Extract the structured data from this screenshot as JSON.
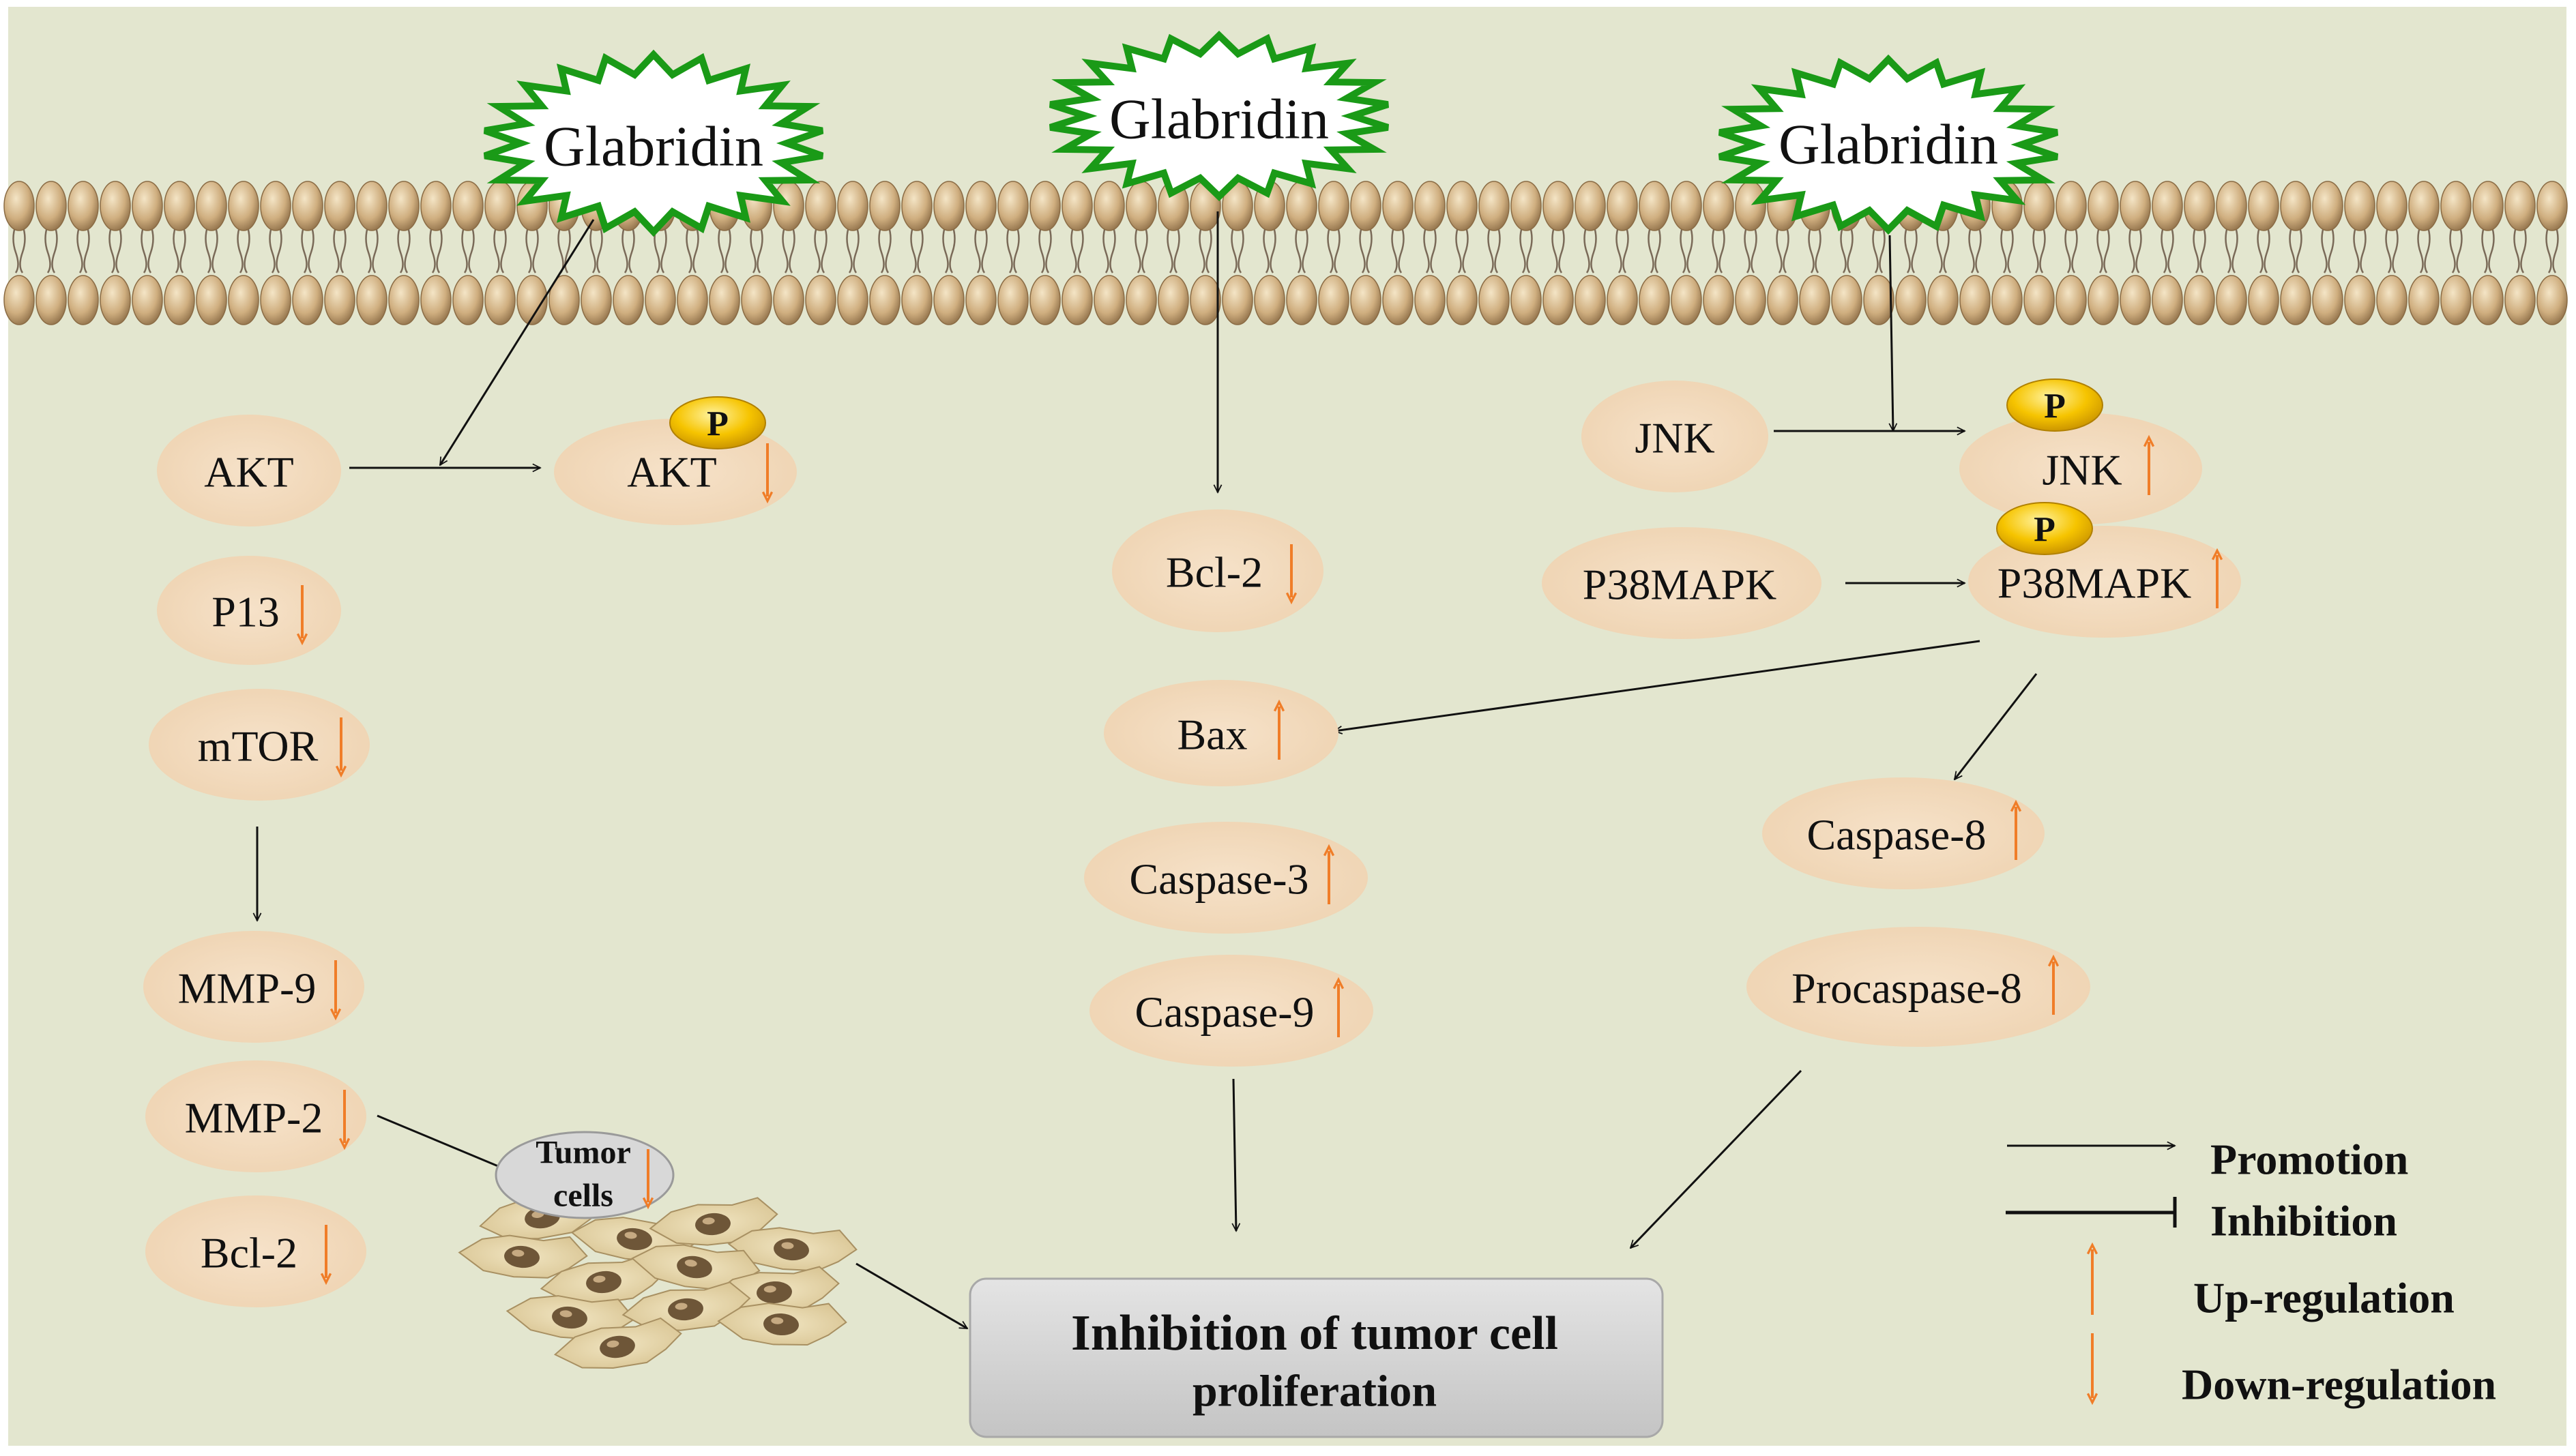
{
  "colors": {
    "background": "#e3e6cf",
    "node_fill": "#f3dcc0",
    "membrane_head": "#c9a677",
    "starburst": "#1a9a17",
    "arrow": "#111111",
    "regulation_arrow": "#f07d28",
    "phospho_badge": "#f6c400",
    "result_box": "#d5d5d5"
  },
  "glabridin_labels": [
    "Glabridin",
    "Glabridin",
    "Glabridin"
  ],
  "phospho_label": "P",
  "pathway_left": {
    "akt": "AKT",
    "p_akt": "AKT",
    "pi3": "P13",
    "mtor": "mTOR",
    "mmp9": "MMP-9",
    "mmp2": "MMP-2",
    "bcl2": "Bcl-2",
    "tumor_cells": [
      "Tumor",
      "cells"
    ]
  },
  "pathway_center": {
    "bcl2": "Bcl-2",
    "bax": "Bax",
    "caspase3": "Caspase-3",
    "caspase9": "Caspase-9"
  },
  "pathway_right": {
    "jnk": "JNK",
    "p_jnk": "JNK",
    "p38": "P38MAPK",
    "p_p38": "P38MAPK",
    "caspase8": "Caspase-8",
    "procaspase8": "Procaspase-8"
  },
  "result": {
    "line1_bold": "Inhibition",
    "line1_rest": " of tumor cell",
    "line2": "proliferation"
  },
  "legend": {
    "promotion": "Promotion",
    "inhibition": "Inhibition",
    "up": "Up-regulation",
    "down": "Down-regulation"
  }
}
